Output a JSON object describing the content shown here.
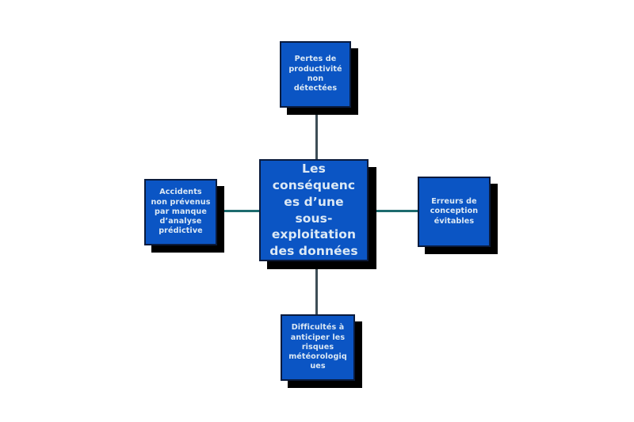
{
  "diagram": {
    "type": "mind-map",
    "background_color": "#ffffff",
    "node_fill_color": "#0b55c4",
    "node_border_color": "#0a1b3d",
    "node_text_color": "#dce9f5",
    "shadow_color": "#000000",
    "connector_horizontal_color": "#1d6b6e",
    "connector_vertical_color": "#3d4d56",
    "central": {
      "label": "Les conséquences d’une sous-exploitation des données"
    },
    "branches": [
      {
        "position": "top",
        "label": "Pertes de productivité non détectées"
      },
      {
        "position": "left",
        "label": "Accidents non prévenus par manque d’analyse prédictive"
      },
      {
        "position": "right",
        "label": "Erreurs de conception évitables"
      },
      {
        "position": "bottom",
        "label": "Difficultés à anticiper les risques météorologiques"
      }
    ]
  }
}
